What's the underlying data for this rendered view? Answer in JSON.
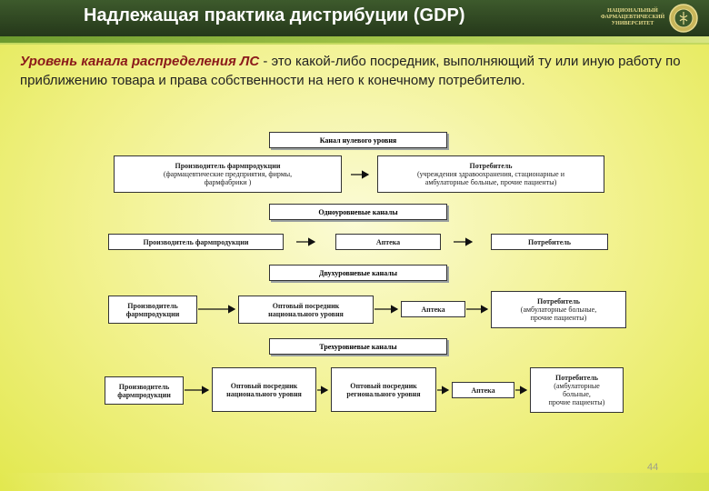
{
  "header": {
    "title": "Надлежащая практика дистрибуции (GDP)",
    "logo_lines": [
      "НАЦИОНАЛЬНЫЙ",
      "ФАРМАЦЕВТИЧЕСКИЙ",
      "УНИВЕРСИТЕТ"
    ]
  },
  "definition": {
    "term": "Уровень канала распределения ЛС",
    "text": " - это какой-либо посредник, выполняющий ту или иную работу по приближению товара и права собственности на него к конечному потребителю."
  },
  "diagram": {
    "zero": {
      "heading": "Канал нулевого уровня",
      "producer": {
        "title": "Производитель фармпродукции",
        "sub": "(фармацевтические предприятия, фирмы, фармфабрики )"
      },
      "consumer": {
        "title": "Потребитель",
        "sub": "(учреждения здравоохранения, стационарные и амбулаторные больные, прочие пациенты)"
      }
    },
    "one": {
      "heading": "Одноуровневые каналы",
      "producer": "Производитель фармпродукции",
      "pharmacy": "Аптека",
      "consumer": "Потребитель"
    },
    "two": {
      "heading": "Двухуровневые каналы",
      "producer": [
        "Производитель",
        "фармпродукции"
      ],
      "wholesale": [
        "Оптовый посредник",
        "национального уровня"
      ],
      "pharmacy": "Аптека",
      "consumer": {
        "title": "Потребитель",
        "sub": [
          "(амбулаторные больные,",
          "прочие пациенты)"
        ]
      }
    },
    "three": {
      "heading": "Трехуровневые каналы",
      "producer": [
        "Производитель",
        "фармпродукции"
      ],
      "wholesale_national": [
        "Оптовый посредник",
        "национального уровня"
      ],
      "wholesale_regional": [
        "Оптовый посредник",
        "регионального уровня"
      ],
      "pharmacy": "Аптека",
      "consumer": {
        "title": "Потребитель",
        "sub": [
          "(амбулаторные",
          "больные,",
          "прочие пациенты)"
        ]
      }
    }
  },
  "page_number": "44"
}
